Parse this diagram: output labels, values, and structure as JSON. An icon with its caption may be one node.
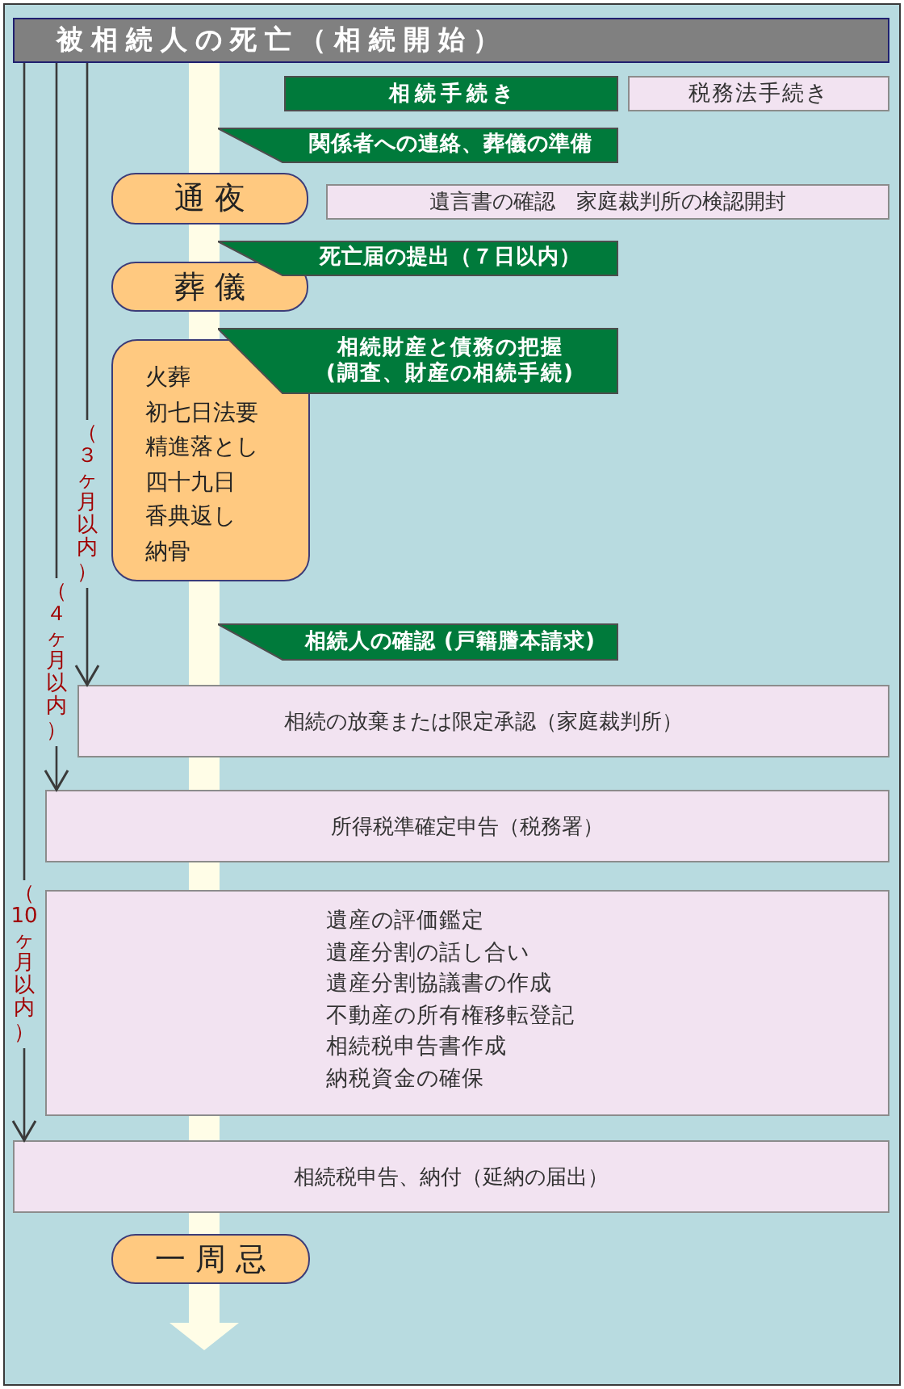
{
  "diagram": {
    "nodes": [
      {
        "text": [
          "被相続人の死亡（相続開始）"
        ]
      },
      {
        "text": [
          "相続手続き"
        ]
      },
      {
        "text": [
          "税務法手続き"
        ]
      },
      {
        "text": [
          "関係者への連絡、葬儀の準備"
        ]
      },
      {
        "text": [
          "通夜"
        ]
      },
      {
        "text": [
          "遺言書の確認　家庭裁判所の検認開封"
        ]
      },
      {
        "text": [
          "死亡届の提出（７日以内）"
        ]
      },
      {
        "text": [
          "葬儀"
        ]
      },
      {
        "text": [
          "相続財産と債務の把握(調査、財産の相続手続)"
        ]
      },
      {
        "text": [
          "火葬",
          "初七日法要",
          "精進落とし",
          "四十九日",
          "香典返し",
          "納骨"
        ]
      },
      {
        "text": [
          "相続人の確認 (戸籍謄本請求)"
        ]
      },
      {
        "text": [
          "相続の放棄または限定承認（家庭裁判所）"
        ]
      },
      {
        "text": [
          "所得税準確定申告（税務署）"
        ]
      },
      {
        "text": [
          "遺産の評価鑑定",
          "遺産分割の話し合い",
          "遺産分割協議書の作成",
          "不動産の所有権移転登記",
          "相続税申告書作成",
          "納税資金の確保"
        ]
      },
      {
        "text": [
          "相続税申告、納付（延納の届出）"
        ]
      },
      {
        "text": [
          "一周忌"
        ]
      }
    ],
    "edges": [
      {
        "from": 0,
        "to": 11,
        "arrow": "to",
        "label": "（３ヶ月以内）"
      },
      {
        "from": 0,
        "to": 12,
        "arrow": "to",
        "label": "（４ヶ月以内）"
      },
      {
        "from": 0,
        "to": 14,
        "arrow": "to",
        "label": "（10ヶ月以内）"
      }
    ]
  }
}
